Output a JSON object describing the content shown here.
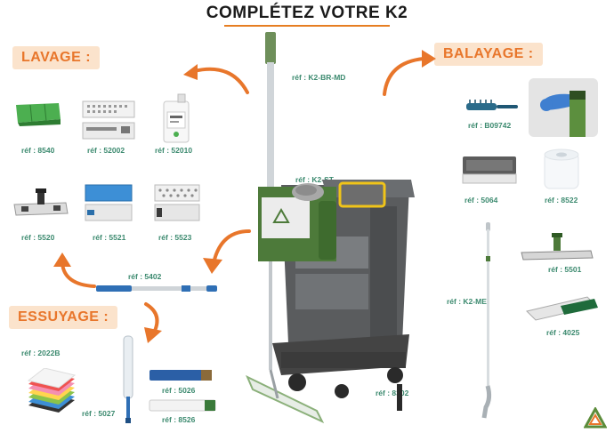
{
  "title": "COMPLÉTEZ VOTRE K2",
  "sections": {
    "lavage": "LAVAGE :",
    "balayage": "BALAYAGE :",
    "essuyage": "ESSUYAGE :"
  },
  "refs": {
    "k2_br_md": "réf : K2-BR-MD",
    "k2_st": "réf : K2-ST",
    "k2_me": "réf : K2-ME",
    "r8302": "réf : 8302",
    "r8540": "réf : 8540",
    "r52002": "réf : 52002",
    "r52010": "réf : 52010",
    "r5520": "réf : 5520",
    "r5521": "réf : 5521",
    "r5523": "réf : 5523",
    "r5402": "réf : 5402",
    "r2022b": "réf : 2022B",
    "r5027": "réf : 5027",
    "r5026": "réf : 5026",
    "r8526": "réf : 8526",
    "b09742": "réf : B09742",
    "r5064": "réf : 5064",
    "r8522": "réf : 8522",
    "r5501": "réf : 5501",
    "r4025": "réf : 4025"
  },
  "colors": {
    "accent": "#e8762b",
    "ref_text": "#3c8a6f",
    "cart_green": "#4d7a3a",
    "cart_gray": "#6b6b6b",
    "blue": "#2f6fb5"
  }
}
